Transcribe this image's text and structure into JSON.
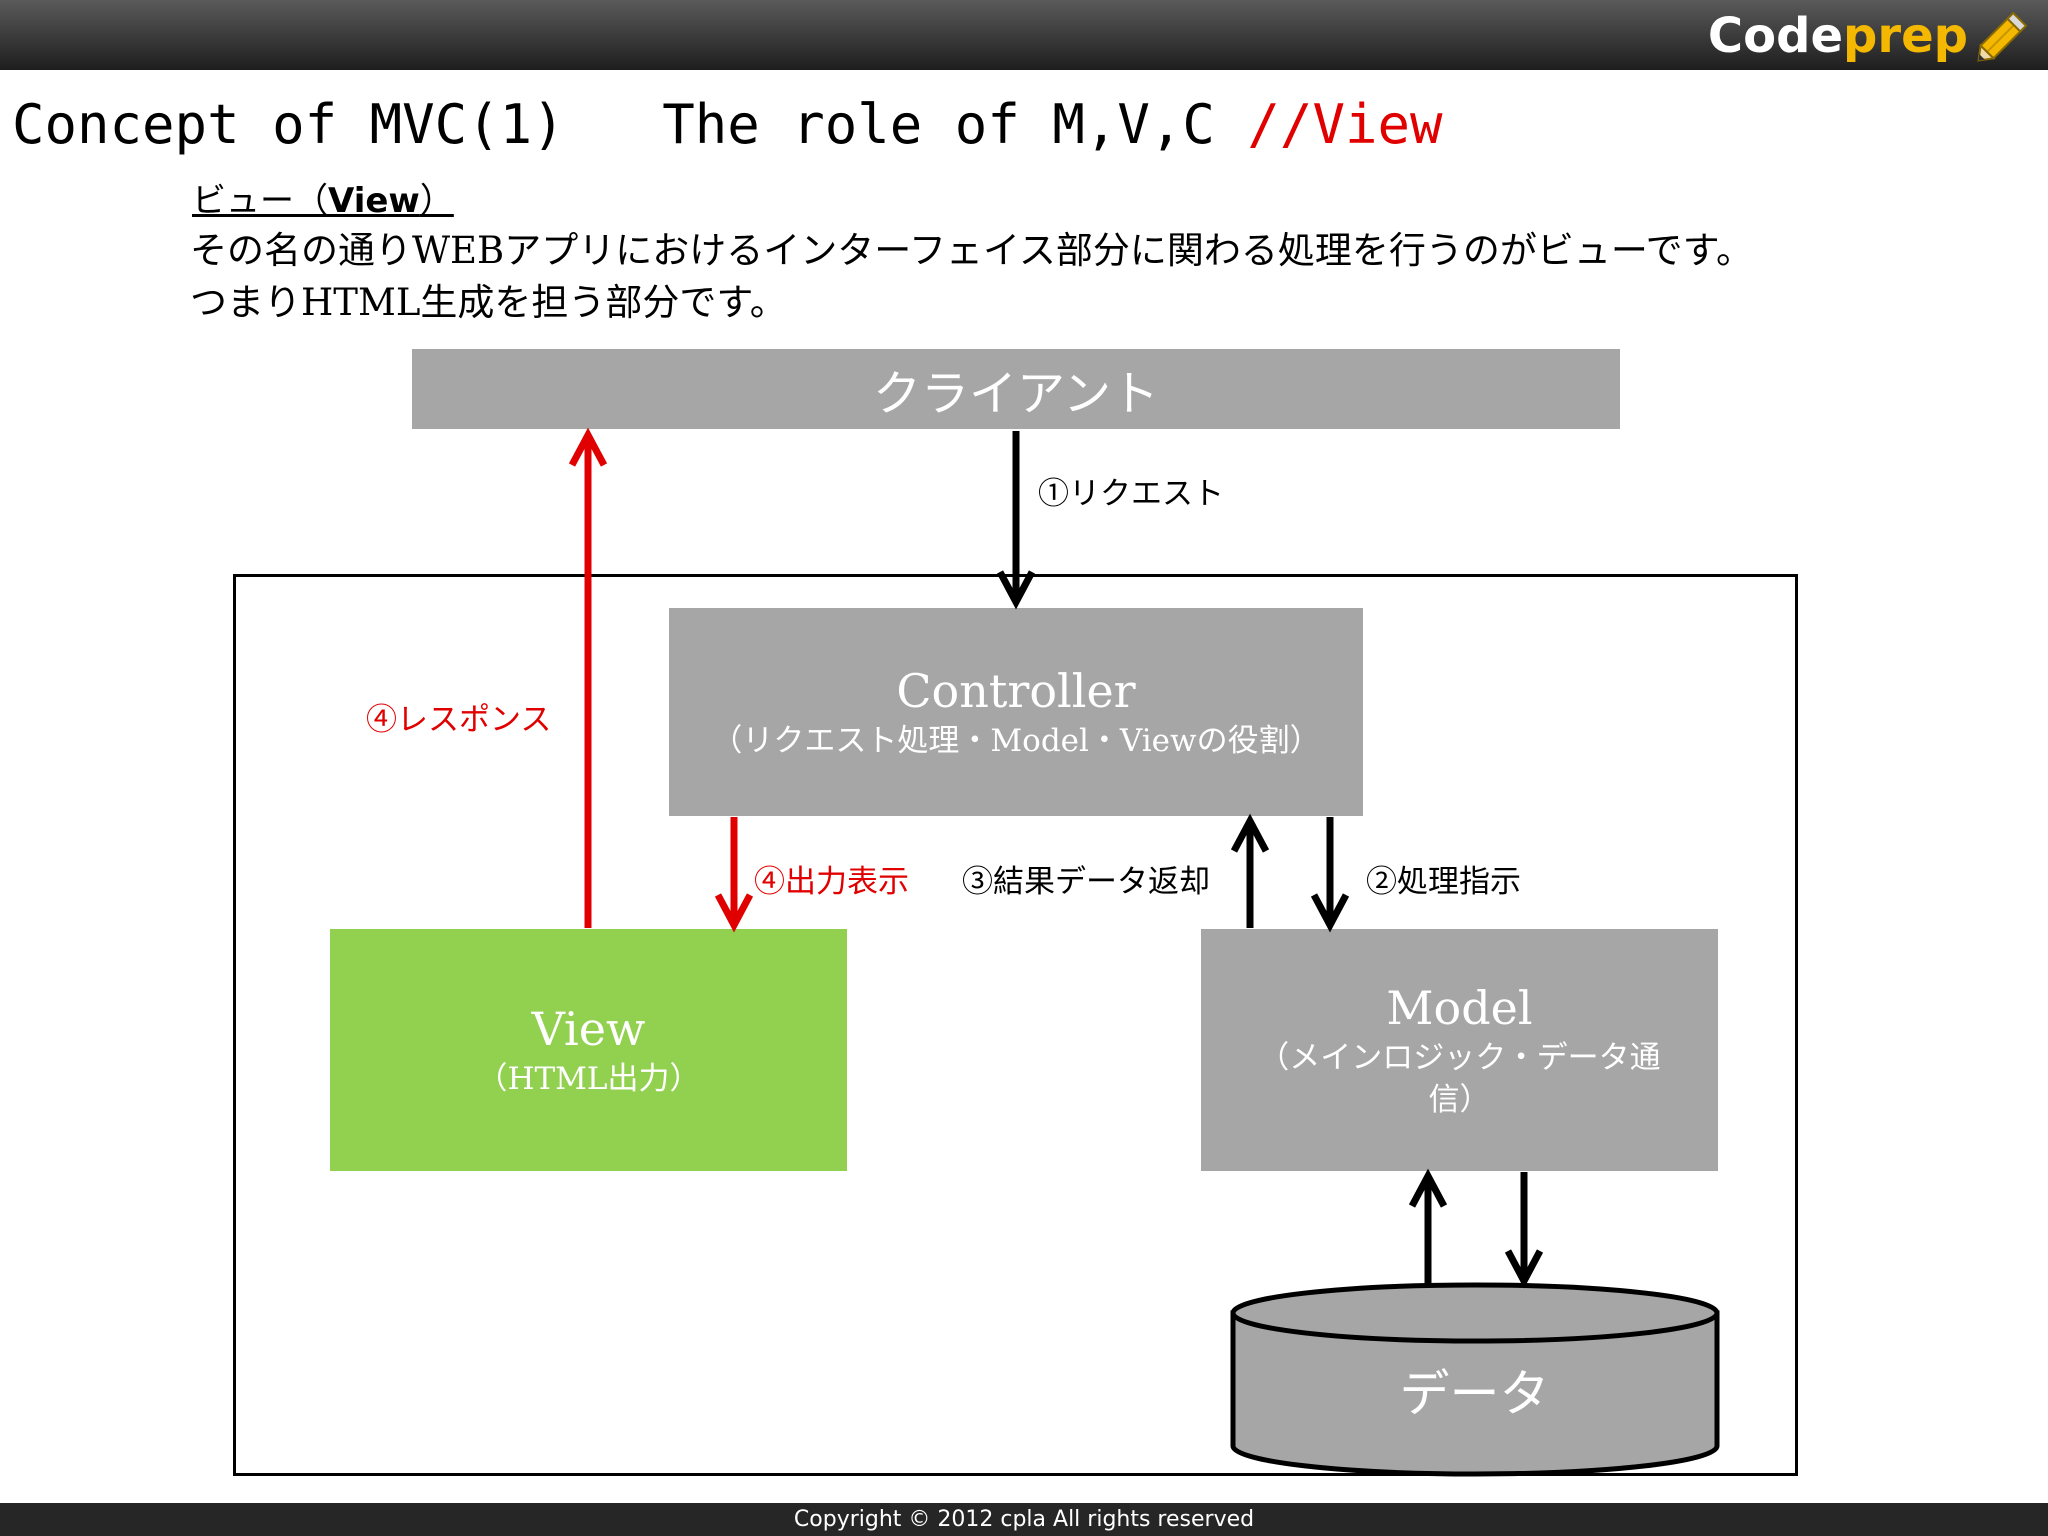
{
  "header": {
    "logo_part1": "Code",
    "logo_part2": "prep",
    "brand_color": "#f5b800"
  },
  "slide": {
    "title_main": "Concept of MVC(1)   The role of M,V,C ",
    "title_accent": "//View",
    "subtitle_jp": "ビュー（",
    "subtitle_en": "View",
    "subtitle_end": "）",
    "line1": "その名の通りWEBアプリにおけるインターフェイス部分に関わる処理を行うのがビューです。",
    "line2": "つまりHTML生成を担う部分です。"
  },
  "diagram": {
    "client": "クライアント",
    "controller": {
      "title": "Controller",
      "sub": "（リクエスト処理・Model・Viewの役割）"
    },
    "view": {
      "title": "View",
      "sub": "（HTML出力）"
    },
    "model": {
      "title": "Model",
      "sub": "（メインロジック・データ通信）"
    },
    "data": "データ",
    "labels": {
      "request": "①リクエスト",
      "instruction": "②処理指示",
      "result": "③結果データ返却",
      "output": "④出力表示",
      "response": "④レスポンス"
    },
    "colors": {
      "box_gray": "#a6a6a6",
      "view_green": "#92d050",
      "red_arrow": "#e00000"
    }
  },
  "footer": {
    "copyright": "Copyright © 2012 cpla All rights reserved"
  }
}
